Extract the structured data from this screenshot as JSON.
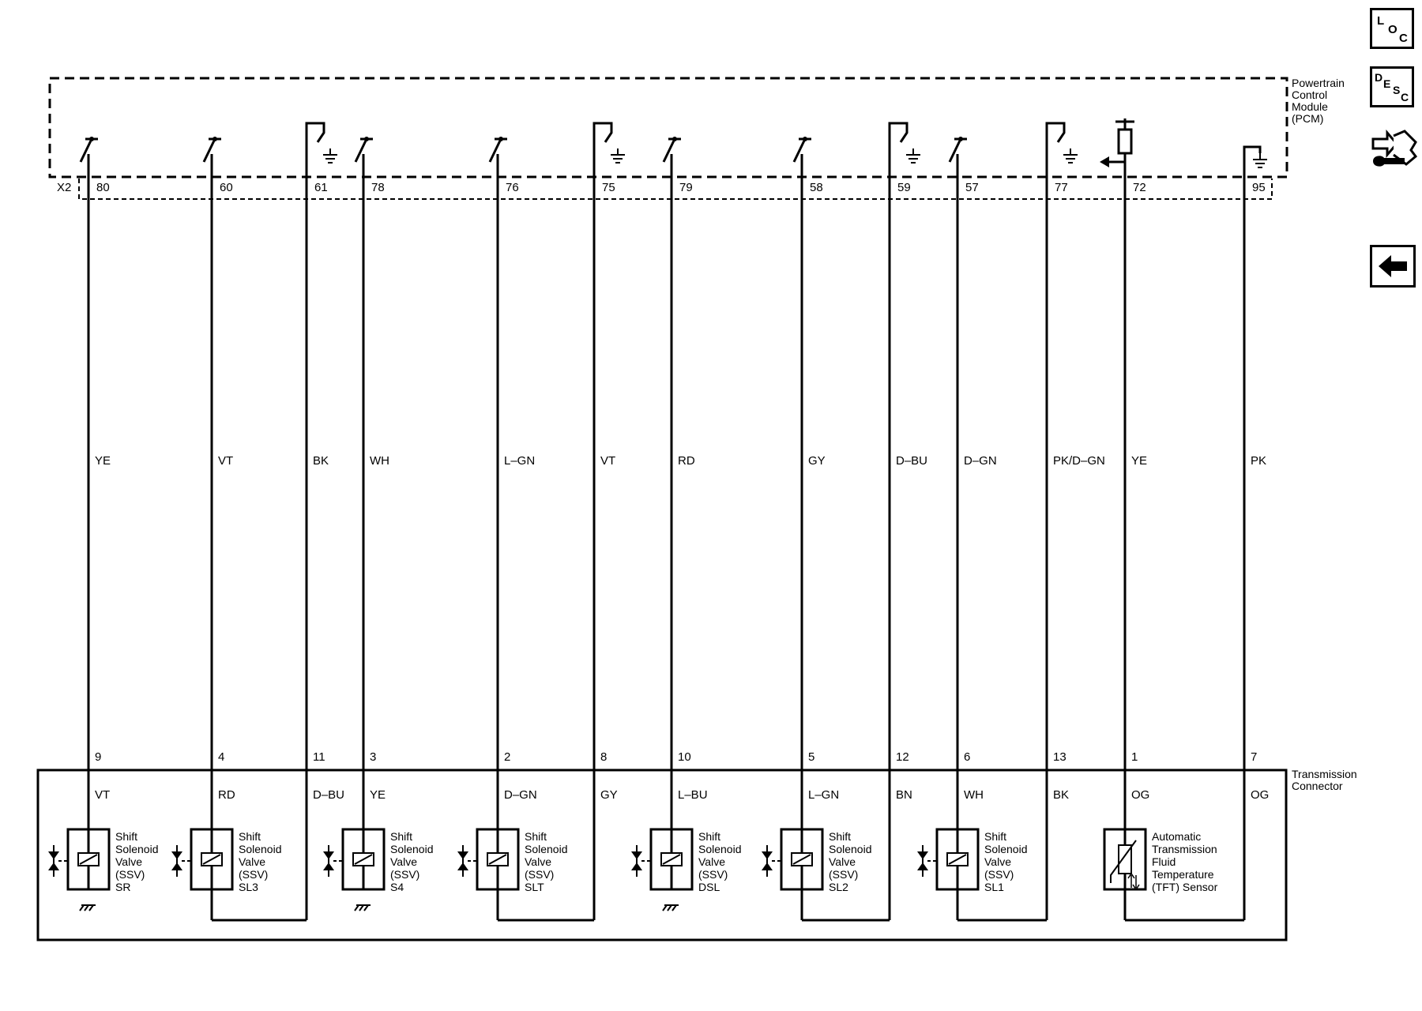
{
  "pcm": {
    "label_lines": [
      "Powertrain",
      "Control",
      "Module",
      "(PCM)"
    ],
    "connector": "X2"
  },
  "trans": {
    "label_lines": [
      "Transmission",
      "Connector"
    ]
  },
  "circuits": [
    {
      "pcm_pin": "80",
      "pcm_color": "YE",
      "trans_pin": "9",
      "trans_color": "VT",
      "component": "ssv",
      "lines": [
        "Shift",
        "Solenoid",
        "Valve",
        "(SSV)",
        "SR"
      ],
      "ret": "ground"
    },
    {
      "pcm_pin": "60",
      "pcm_color": "VT",
      "trans_pin": "4",
      "trans_color": "RD",
      "component": "ssv",
      "lines": [
        "Shift",
        "Solenoid",
        "Valve",
        "(SSV)",
        "SL3"
      ],
      "ret": "loop"
    },
    {
      "pcm_pin": "61",
      "pcm_color": "BK",
      "trans_pin": "11",
      "trans_color": "D–BU",
      "component": "return"
    },
    {
      "pcm_pin": "78",
      "pcm_color": "WH",
      "trans_pin": "3",
      "trans_color": "YE",
      "component": "ssv",
      "lines": [
        "Shift",
        "Solenoid",
        "Valve",
        "(SSV)",
        "S4"
      ],
      "ret": "ground"
    },
    {
      "pcm_pin": "76",
      "pcm_color": "L–GN",
      "trans_pin": "2",
      "trans_color": "D–GN",
      "component": "ssv",
      "lines": [
        "Shift",
        "Solenoid",
        "Valve",
        "(SSV)",
        "SLT"
      ],
      "ret": "loop"
    },
    {
      "pcm_pin": "75",
      "pcm_color": "VT",
      "trans_pin": "8",
      "trans_color": "GY",
      "component": "return"
    },
    {
      "pcm_pin": "79",
      "pcm_color": "RD",
      "trans_pin": "10",
      "trans_color": "L–BU",
      "component": "ssv",
      "lines": [
        "Shift",
        "Solenoid",
        "Valve",
        "(SSV)",
        "DSL"
      ],
      "ret": "ground"
    },
    {
      "pcm_pin": "58",
      "pcm_color": "GY",
      "trans_pin": "5",
      "trans_color": "L–GN",
      "component": "ssv",
      "lines": [
        "Shift",
        "Solenoid",
        "Valve",
        "(SSV)",
        "SL2"
      ],
      "ret": "loop"
    },
    {
      "pcm_pin": "59",
      "pcm_color": "D–BU",
      "trans_pin": "12",
      "trans_color": "BN",
      "component": "return"
    },
    {
      "pcm_pin": "57",
      "pcm_color": "D–GN",
      "trans_pin": "6",
      "trans_color": "WH",
      "component": "ssv",
      "lines": [
        "Shift",
        "Solenoid",
        "Valve",
        "(SSV)",
        "SL1"
      ],
      "ret": "loop"
    },
    {
      "pcm_pin": "77",
      "pcm_color": "PK/D–GN",
      "trans_pin": "13",
      "trans_color": "BK",
      "component": "return"
    },
    {
      "pcm_pin": "72",
      "pcm_color": "YE",
      "trans_pin": "1",
      "trans_color": "OG",
      "component": "tft",
      "lines": [
        "Automatic",
        "Transmission",
        "Fluid",
        "Temperature",
        "(TFT) Sensor"
      ],
      "ret": "loop"
    },
    {
      "pcm_pin": "95",
      "pcm_color": "PK",
      "trans_pin": "7",
      "trans_color": "OG",
      "component": "gnd_return"
    }
  ],
  "nav": {
    "loc": {
      "letters": [
        "L",
        "O",
        "C"
      ]
    },
    "desc": {
      "letters": [
        "D",
        "E",
        "S",
        "C"
      ]
    },
    "connector_icon": "connector-wrench-icon",
    "back_icon": "left-arrow-icon"
  }
}
